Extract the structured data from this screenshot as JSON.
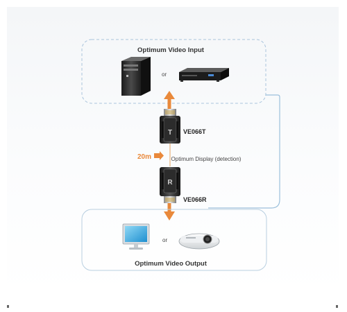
{
  "input_box": {
    "title": "Optimum Video Input",
    "or_text": "or"
  },
  "output_box": {
    "title": "Optimum Video Output",
    "or_text": "or"
  },
  "transmitter": {
    "model": "VE066T",
    "badge": "T"
  },
  "receiver": {
    "model": "VE066R",
    "badge": "R"
  },
  "distance": {
    "label": "20m"
  },
  "detection": {
    "label": "Optimum Display (detection)"
  },
  "colors": {
    "accent_orange": "#e9893b",
    "dashed_border": "#a9c4dc",
    "solid_border": "#b9cfe0",
    "connector_line": "#9cc0dc",
    "title_text": "#333333"
  }
}
